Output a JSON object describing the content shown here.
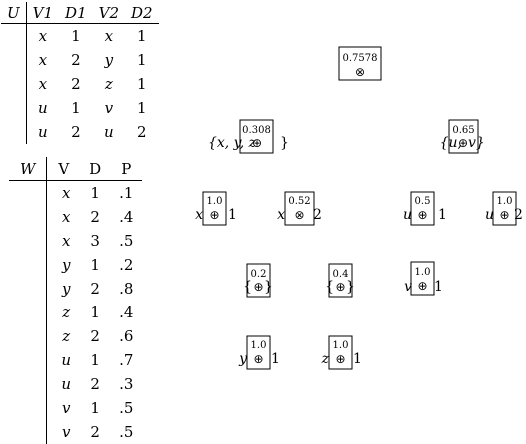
{
  "table_u": {
    "headers": [
      "U",
      "V1",
      "D1",
      "V2",
      "D2"
    ],
    "rows": [
      [
        "",
        "x",
        "1",
        "x",
        "1"
      ],
      [
        "",
        "x",
        "2",
        "y",
        "1"
      ],
      [
        "",
        "x",
        "2",
        "z",
        "1"
      ],
      [
        "",
        "u",
        "1",
        "v",
        "1"
      ],
      [
        "",
        "u",
        "2",
        "u",
        "2"
      ]
    ]
  },
  "table_w": {
    "headers": [
      "W",
      "V",
      "D",
      "P"
    ],
    "rows": [
      [
        "",
        "x",
        "1",
        ".1"
      ],
      [
        "",
        "x",
        "2",
        ".4"
      ],
      [
        "",
        "x",
        "3",
        ".5"
      ],
      [
        "",
        "y",
        "1",
        ".2"
      ],
      [
        "",
        "y",
        "2",
        ".8"
      ],
      [
        "",
        "z",
        "1",
        ".4"
      ],
      [
        "",
        "z",
        "2",
        ".6"
      ],
      [
        "",
        "u",
        "1",
        ".7"
      ],
      [
        "",
        "u",
        "2",
        ".3"
      ],
      [
        "",
        "v",
        "1",
        ".5"
      ],
      [
        "",
        "v",
        "2",
        ".5"
      ]
    ]
  },
  "nodes": {
    "root": {
      "value": "0.7578",
      "symbol": "⊗"
    },
    "n_xyz": {
      "value": "0.308",
      "symbol": "⊕",
      "left": "{x, y, z",
      "right": "}"
    },
    "n_uv": {
      "value": "0.65",
      "symbol": "⊕",
      "left": "{u,",
      "right": "v}"
    },
    "n_x1": {
      "value": "1.0",
      "symbol": "⊕",
      "left": "x",
      "right": "1"
    },
    "n_x2": {
      "value": "0.52",
      "symbol": "⊗",
      "left": "x",
      "right": "2"
    },
    "n_u1": {
      "value": "0.5",
      "symbol": "⊕",
      "left": "u",
      "right": "1"
    },
    "n_u2": {
      "value": "1.0",
      "symbol": "⊕",
      "left": "u",
      "right": "2"
    },
    "n_y": {
      "value": "0.2",
      "symbol": "⊕",
      "left": "{",
      "right": "}"
    },
    "n_z": {
      "value": "0.4",
      "symbol": "⊕",
      "left": "{",
      "right": "}"
    },
    "n_v1": {
      "value": "1.0",
      "symbol": "⊕",
      "left": "v",
      "right": "1"
    },
    "n_y1": {
      "value": "1.0",
      "symbol": "⊕",
      "left": "y",
      "right": "1"
    },
    "n_z1": {
      "value": "1.0",
      "symbol": "⊕",
      "left": "z",
      "right": "1"
    }
  }
}
